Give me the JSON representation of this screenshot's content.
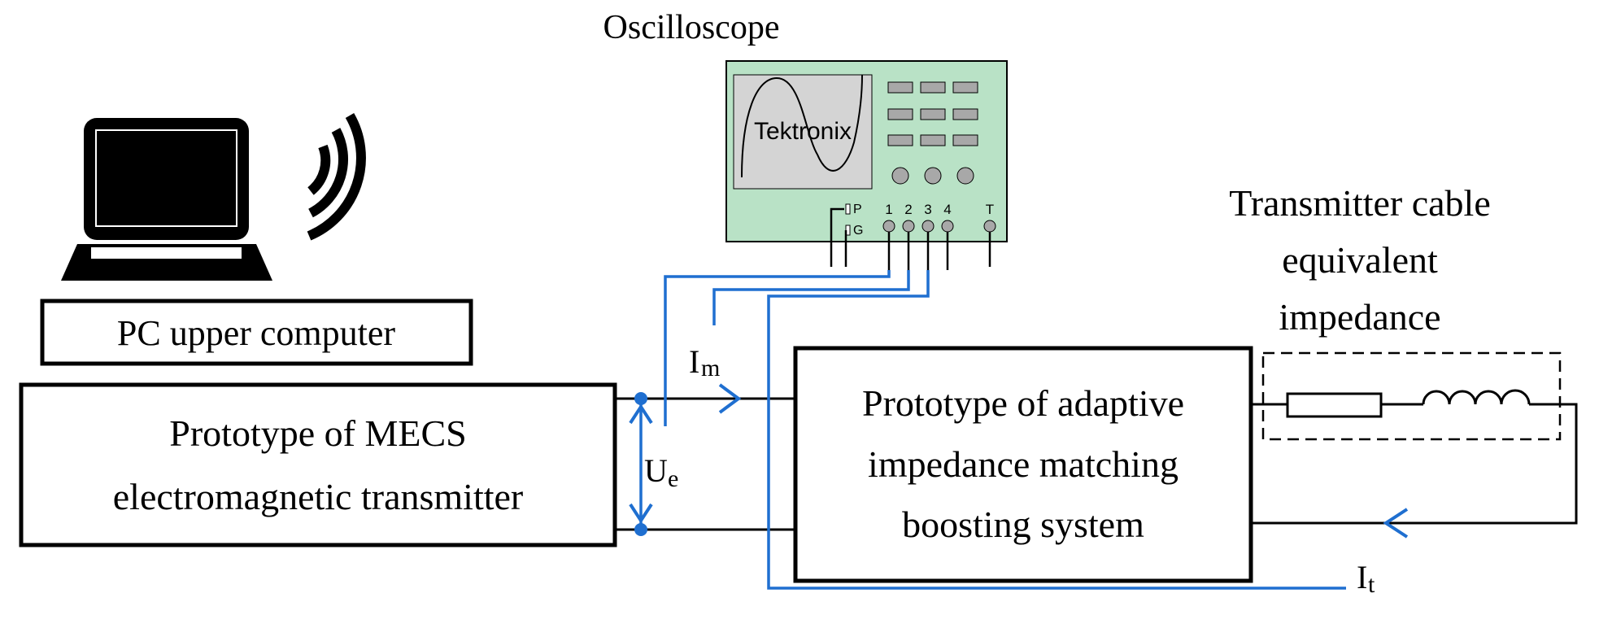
{
  "colors": {
    "wire_blue": "#1f6fd0",
    "oscilloscope_body": "#b9e2c6",
    "oscilloscope_screen": "#d4d4d4",
    "oscilloscope_button": "#a8a8a8",
    "outline": "#000000"
  },
  "oscilloscope": {
    "title": "Oscilloscope",
    "brand": "Tektronix",
    "port_p": "P",
    "port_g": "G",
    "channels": [
      "1",
      "2",
      "3",
      "4"
    ],
    "trigger": "T"
  },
  "pc": {
    "label": "PC upper computer",
    "icon": "laptop-icon",
    "wireless_icon": "wireless-signal-icon"
  },
  "transmitter": {
    "line1": "Prototype of MECS",
    "line2": "electromagnetic transmitter"
  },
  "boosting": {
    "line1": "Prototype of adaptive",
    "line2": "impedance matching",
    "line3": "boosting system"
  },
  "cable": {
    "line1": "Transmitter cable",
    "line2": "equivalent",
    "line3": "impedance"
  },
  "signals": {
    "im_main": "I",
    "im_sub": "m",
    "ue_main": "U",
    "ue_sub": "e",
    "it_main": "I",
    "it_sub": "t"
  }
}
